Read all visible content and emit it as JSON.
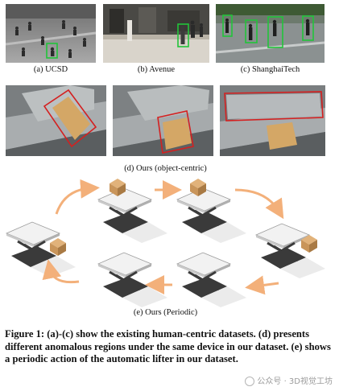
{
  "figure": {
    "panels_top": [
      {
        "caption": "(a) UCSD"
      },
      {
        "caption": "(b) Avenue"
      },
      {
        "caption": "(c) ShanghaiTech"
      }
    ],
    "caption_d": "(d) Ours (object-centric)",
    "caption_e": "(e) Ours (Periodic)",
    "caption_main": "Figure 1: (a)-(c) show the existing human-centric datasets. (d) presents different anomalous regions under the same device in our dataset. (e) shows a periodic action of the automatic lifter in our dataset.",
    "watermark_text": "公众号 · 3D视觉工坊",
    "colors": {
      "box_green": "#22c43a",
      "box_red": "#d42020",
      "arrow_orange": "#f3b07a",
      "cardboard": "#c9955a"
    }
  }
}
